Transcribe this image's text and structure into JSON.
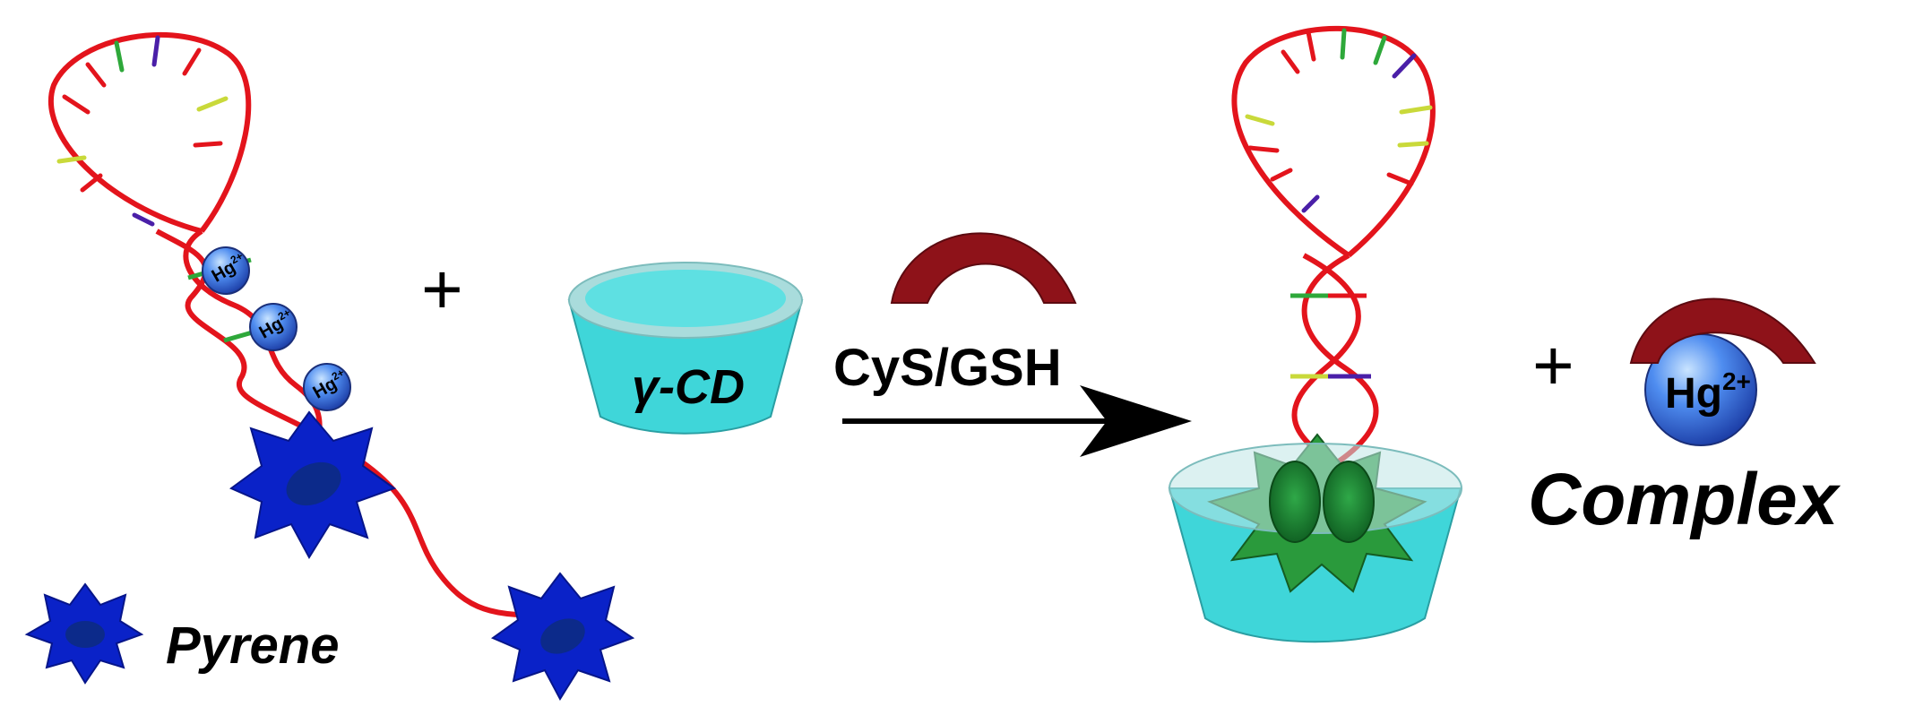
{
  "labels": {
    "plus_left": "+",
    "plus_right": "+",
    "cyclodextrin": "γ-CD",
    "reagent": "CyS/GSH",
    "complex": "Complex",
    "pyrene_legend": "Pyrene"
  },
  "ions": {
    "hg_text": "Hg",
    "hg_charge": "2+"
  },
  "colors": {
    "dna_strand": "#e3141c",
    "pyrene": "#0a22c8",
    "pyrene_dark": "#0c2a8a",
    "cyclodextrin": "#3fd6d9",
    "cyclodextrin_rim": "#a9dcdc",
    "thiol_cap": "#8e1219",
    "hg_ion": "#3a6fe0",
    "excimer": "#1c8a2e",
    "base_yellow": "#c9d93a",
    "base_green": "#2ea83a",
    "base_purple": "#4a1fa8",
    "base_red": "#e3141c"
  }
}
